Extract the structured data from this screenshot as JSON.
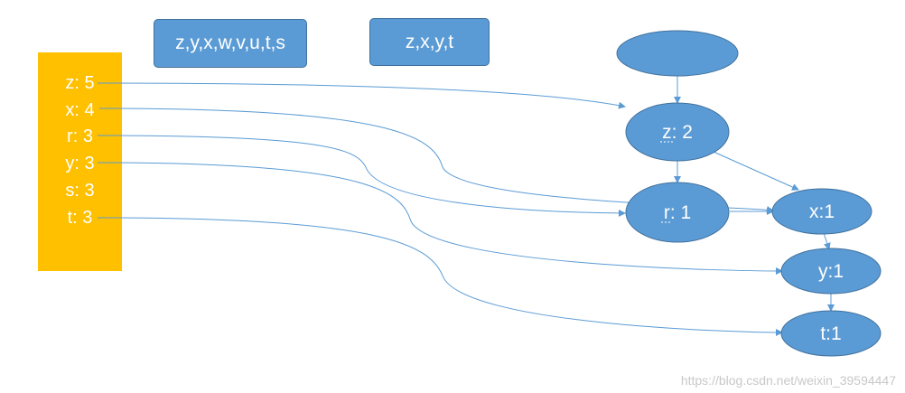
{
  "boxes": {
    "items_sequence": "z,y,x,w,v,u,t,s",
    "filtered_sequence": "z,x,y,t"
  },
  "header_table": {
    "rows": [
      "z: 5",
      "x: 4",
      "r: 3",
      "y: 3",
      "s: 3",
      "t: 3"
    ]
  },
  "tree": {
    "root": "",
    "nodes": {
      "z": "z: 2",
      "r": "r: 1",
      "x": "x:1",
      "y": "y:1",
      "t": "t:1"
    }
  },
  "watermark": "https://blog.csdn.net/weixin_39594447",
  "colors": {
    "node_fill": "#5b9bd5",
    "header_fill": "#ffc000",
    "link_stroke": "#5b9bd5"
  }
}
